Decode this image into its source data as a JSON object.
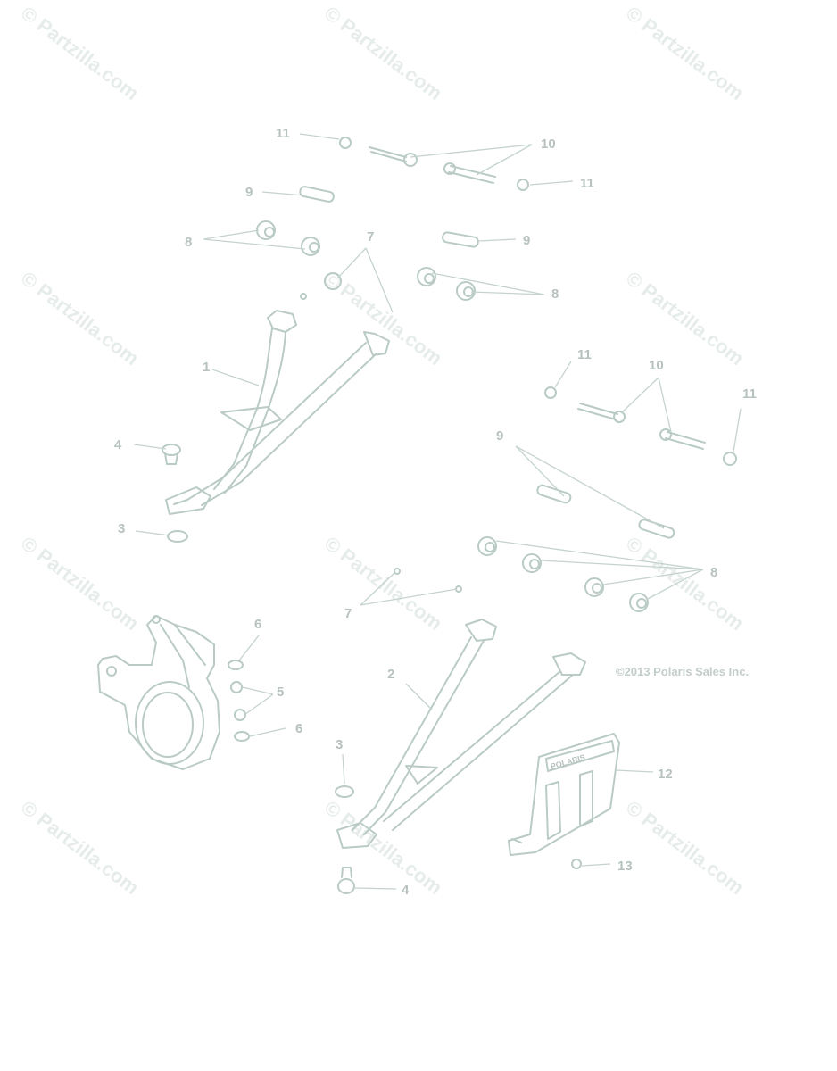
{
  "watermark": "© Partzilla.com",
  "copyright": "©2013 Polaris Sales Inc.",
  "plate_text": "POLARIS",
  "callouts": [
    "1",
    "2",
    "3",
    "3",
    "4",
    "4",
    "5",
    "6",
    "6",
    "7",
    "7",
    "8",
    "8",
    "8",
    "9",
    "9",
    "9",
    "10",
    "10",
    "11",
    "11",
    "11",
    "11",
    "12",
    "13"
  ],
  "colors": {
    "line": "#b9cbc4",
    "text": "#b7c2be",
    "watermark": "#e6ecea"
  }
}
